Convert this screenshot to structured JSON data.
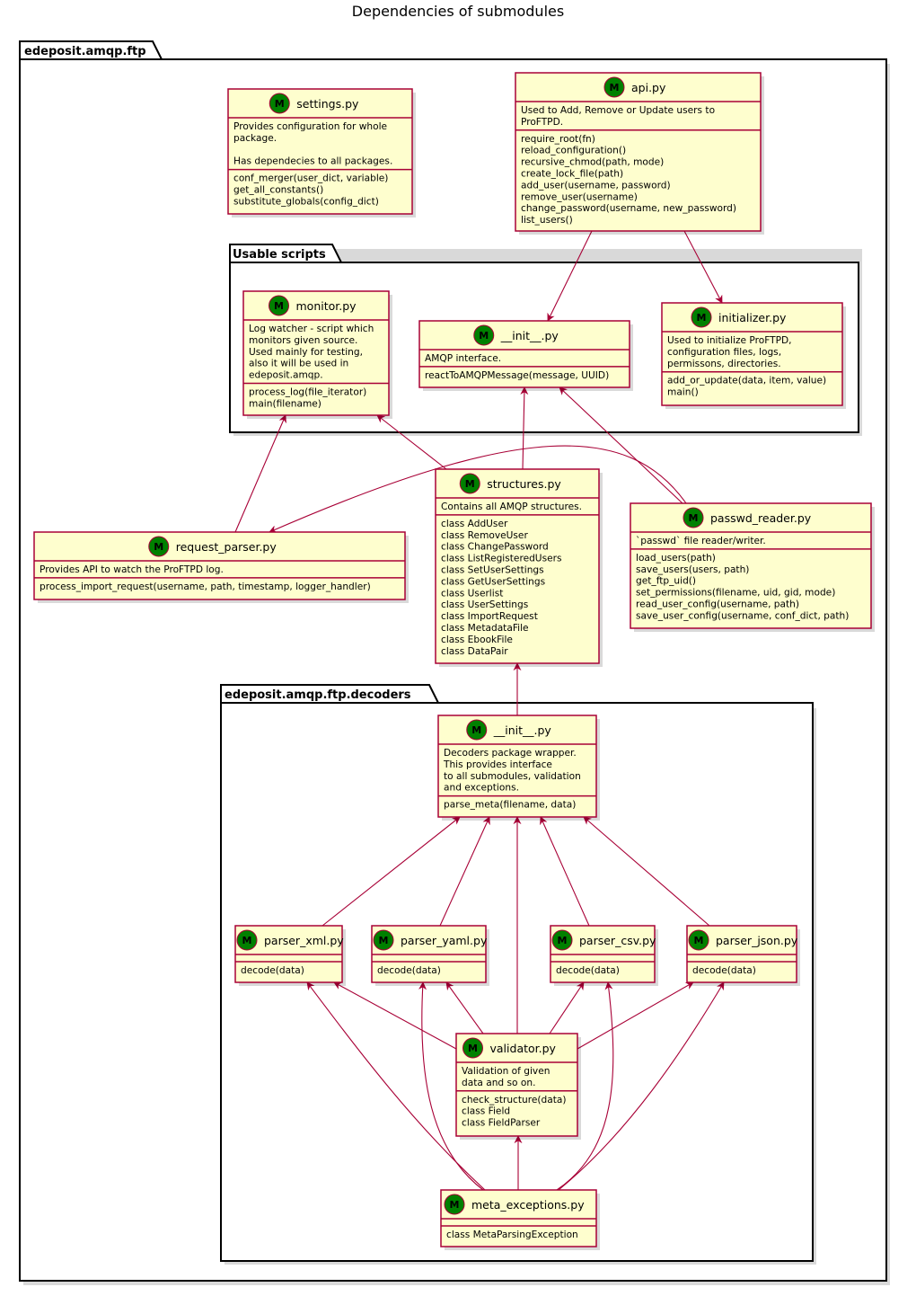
{
  "title": "Dependencies of submodules",
  "packages": {
    "outer": "edeposit.amqp.ftp",
    "scripts": "Usable scripts",
    "decoders": "edeposit.amqp.ftp.decoders"
  },
  "module_badge": "M",
  "modules": {
    "settings": {
      "name": "settings.py",
      "desc": [
        "Provides configuration for whole",
        "package.",
        "",
        "Has dependecies to all packages."
      ],
      "members": [
        "conf_merger(user_dict, variable)",
        "get_all_constants()",
        "substitute_globals(config_dict)"
      ]
    },
    "api": {
      "name": "api.py",
      "desc": [
        "Used to Add, Remove or Update users to",
        "ProFTPD."
      ],
      "members": [
        "require_root(fn)",
        "reload_configuration()",
        "recursive_chmod(path, mode)",
        "create_lock_file(path)",
        "add_user(username, password)",
        "remove_user(username)",
        "change_password(username, new_password)",
        "list_users()"
      ]
    },
    "monitor": {
      "name": "monitor.py",
      "desc": [
        "Log watcher - script which",
        "monitors given source.",
        "Used mainly for testing,",
        "also it will be used in",
        "edeposit.amqp."
      ],
      "members": [
        "process_log(file_iterator)",
        "main(filename)"
      ]
    },
    "init_ftp": {
      "name": "__init__.py",
      "desc": [
        "AMQP interface."
      ],
      "members": [
        "reactToAMQPMessage(message, UUID)"
      ]
    },
    "initializer": {
      "name": "initializer.py",
      "desc": [
        "Used to initialize ProFTPD,",
        "configuration files, logs,",
        "permissons, directories."
      ],
      "members": [
        "add_or_update(data, item, value)",
        "main()"
      ]
    },
    "structures": {
      "name": "structures.py",
      "desc": [
        "Contains all AMQP structures."
      ],
      "members": [
        "class AddUser",
        "class RemoveUser",
        "class ChangePassword",
        "class ListRegisteredUsers",
        "class SetUserSettings",
        "class GetUserSettings",
        "class Userlist",
        "class UserSettings",
        "class ImportRequest",
        "class MetadataFile",
        "class EbookFile",
        "class DataPair"
      ]
    },
    "request_parser": {
      "name": "request_parser.py",
      "desc": [
        "Provides API to watch the ProFTPD log."
      ],
      "members": [
        "process_import_request(username, path, timestamp, logger_handler)"
      ]
    },
    "passwd_reader": {
      "name": "passwd_reader.py",
      "desc": [
        "`passwd` file reader/writer."
      ],
      "members": [
        "load_users(path)",
        "save_users(users, path)",
        "get_ftp_uid()",
        "set_permissions(filename, uid, gid, mode)",
        "read_user_config(username, path)",
        "save_user_config(username, conf_dict, path)"
      ]
    },
    "init_dec": {
      "name": "__init__.py",
      "desc": [
        "Decoders package wrapper.",
        "This provides interface",
        "to all submodules, validation",
        "and exceptions."
      ],
      "members": [
        "parse_meta(filename, data)"
      ]
    },
    "parser_xml": {
      "name": "parser_xml.py",
      "desc": [],
      "members": [
        "decode(data)"
      ]
    },
    "parser_yaml": {
      "name": "parser_yaml.py",
      "desc": [],
      "members": [
        "decode(data)"
      ]
    },
    "parser_csv": {
      "name": "parser_csv.py",
      "desc": [],
      "members": [
        "decode(data)"
      ]
    },
    "parser_json": {
      "name": "parser_json.py",
      "desc": [],
      "members": [
        "decode(data)"
      ]
    },
    "validator": {
      "name": "validator.py",
      "desc": [
        "Validation of given",
        "data and so on."
      ],
      "members": [
        "check_structure(data)",
        "class Field",
        "class FieldParser"
      ]
    },
    "meta_exceptions": {
      "name": "meta_exceptions.py",
      "desc": [],
      "members": [
        "class MetaParsingException"
      ]
    }
  },
  "colors": {
    "class_fill": "#FEFECE",
    "class_border": "#A80036",
    "badge": "#008000"
  }
}
